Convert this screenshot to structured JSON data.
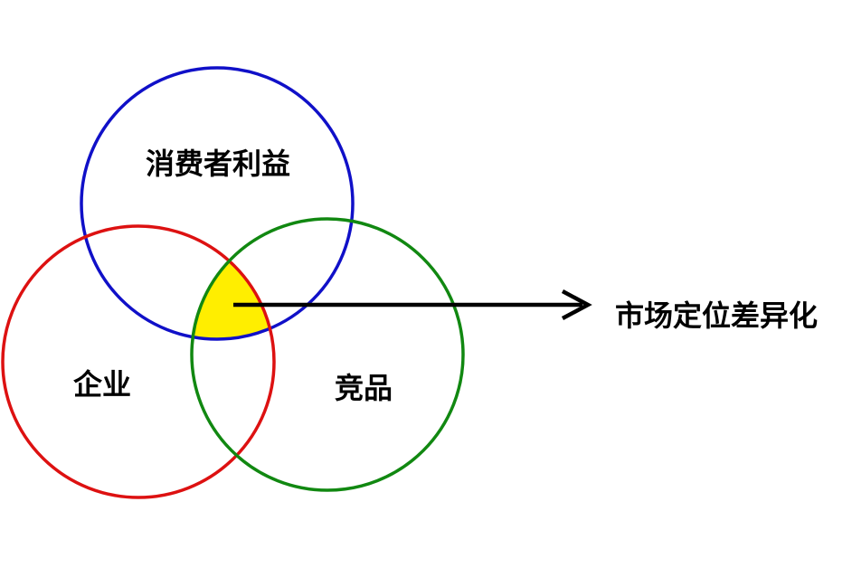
{
  "diagram": {
    "circles": [
      {
        "label": "消费者利益",
        "color": "#1010c8"
      },
      {
        "label": "企业",
        "color": "#dd1111"
      },
      {
        "label": "竞品",
        "color": "#118811"
      }
    ],
    "intersection_color": "#ffee00",
    "arrow_label": "市场定位差异化",
    "arrow_color": "#000000"
  }
}
